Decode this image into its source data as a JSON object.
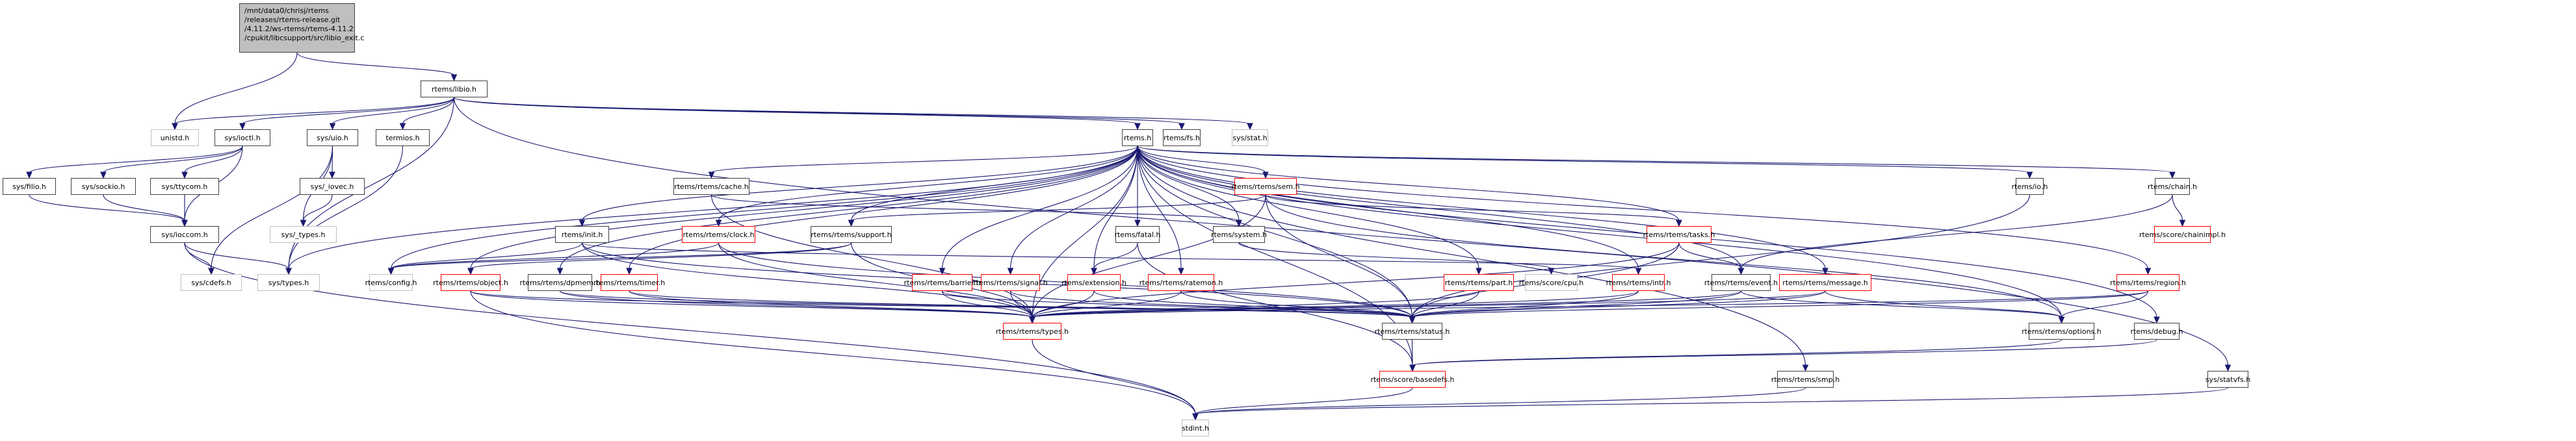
{
  "diagram": {
    "type": "include-dependency-graph",
    "root": {
      "id": "root",
      "lines": [
        "/mnt/data0/chrisj/rtems",
        "/releases/rtems-release.git",
        "/4.11.2/ws-rtems/rtems-4.11.2",
        "/cpukit/libcsupport/src/libio_exit.c"
      ]
    },
    "legend": {
      "edge_color": "#191970",
      "root_fill": "#bfbfbf",
      "documented_border": "#404040",
      "external_border": "#bfbfbf",
      "truncated_border": "#ff0000"
    },
    "nodes": [
      {
        "id": "unistd",
        "label": "unistd.h",
        "kind": "ext"
      },
      {
        "id": "libio",
        "label": "rtems/libio.h",
        "kind": "doc"
      },
      {
        "id": "ioctl",
        "label": "sys/ioctl.h",
        "kind": "doc"
      },
      {
        "id": "uio",
        "label": "sys/uio.h",
        "kind": "doc"
      },
      {
        "id": "termios",
        "label": "termios.h",
        "kind": "doc"
      },
      {
        "id": "rtems",
        "label": "rtems.h",
        "kind": "doc"
      },
      {
        "id": "fs",
        "label": "rtems/fs.h",
        "kind": "doc"
      },
      {
        "id": "stat",
        "label": "sys/stat.h",
        "kind": "ext"
      },
      {
        "id": "filio",
        "label": "sys/filio.h",
        "kind": "doc"
      },
      {
        "id": "sockio",
        "label": "sys/sockio.h",
        "kind": "doc"
      },
      {
        "id": "ttycom",
        "label": "sys/ttycom.h",
        "kind": "doc"
      },
      {
        "id": "iovec",
        "label": "sys/_iovec.h",
        "kind": "doc"
      },
      {
        "id": "_types",
        "label": "sys/_types.h",
        "kind": "ext"
      },
      {
        "id": "ioccom",
        "label": "sys/ioccom.h",
        "kind": "doc"
      },
      {
        "id": "cdefs",
        "label": "sys/cdefs.h",
        "kind": "ext"
      },
      {
        "id": "systypes",
        "label": "sys/types.h",
        "kind": "ext"
      },
      {
        "id": "cache",
        "label": "rtems/rtems/cache.h",
        "kind": "doc"
      },
      {
        "id": "init",
        "label": "rtems/init.h",
        "kind": "doc"
      },
      {
        "id": "clock",
        "label": "rtems/rtems/clock.h",
        "kind": "trunc"
      },
      {
        "id": "support",
        "label": "rtems/rtems/support.h",
        "kind": "doc"
      },
      {
        "id": "sem",
        "label": "rtems/rtems/sem.h",
        "kind": "trunc"
      },
      {
        "id": "fatal",
        "label": "rtems/fatal.h",
        "kind": "doc"
      },
      {
        "id": "system",
        "label": "rtems/system.h",
        "kind": "doc"
      },
      {
        "id": "tasks",
        "label": "rtems/rtems/tasks.h",
        "kind": "trunc"
      },
      {
        "id": "io",
        "label": "rtems/io.h",
        "kind": "doc"
      },
      {
        "id": "chain",
        "label": "rtems/chain.h",
        "kind": "doc"
      },
      {
        "id": "chainimpl",
        "label": "rtems/score/chainimpl.h",
        "kind": "trunc"
      },
      {
        "id": "config",
        "label": "rtems/config.h",
        "kind": "ext"
      },
      {
        "id": "object",
        "label": "rtems/rtems/object.h",
        "kind": "trunc"
      },
      {
        "id": "dpmem",
        "label": "rtems/rtems/dpmem.h",
        "kind": "doc"
      },
      {
        "id": "timer",
        "label": "rtems/rtems/timer.h",
        "kind": "trunc"
      },
      {
        "id": "barrier",
        "label": "rtems/rtems/barrier.h",
        "kind": "trunc"
      },
      {
        "id": "signal",
        "label": "rtems/rtems/signal.h",
        "kind": "trunc"
      },
      {
        "id": "extension",
        "label": "rtems/extension.h",
        "kind": "trunc"
      },
      {
        "id": "ratemon",
        "label": "rtems/rtems/ratemon.h",
        "kind": "trunc"
      },
      {
        "id": "part",
        "label": "rtems/rtems/part.h",
        "kind": "trunc"
      },
      {
        "id": "cpu",
        "label": "rtems/score/cpu.h",
        "kind": "ext"
      },
      {
        "id": "intr",
        "label": "rtems/rtems/intr.h",
        "kind": "trunc"
      },
      {
        "id": "event",
        "label": "rtems/rtems/event.h",
        "kind": "doc"
      },
      {
        "id": "message",
        "label": "rtems/rtems/message.h",
        "kind": "trunc"
      },
      {
        "id": "region",
        "label": "rtems/rtems/region.h",
        "kind": "trunc"
      },
      {
        "id": "rtypes",
        "label": "rtems/rtems/types.h",
        "kind": "trunc"
      },
      {
        "id": "status",
        "label": "rtems/rtems/status.h",
        "kind": "doc"
      },
      {
        "id": "options",
        "label": "rtems/rtems/options.h",
        "kind": "doc"
      },
      {
        "id": "debug",
        "label": "rtems/debug.h",
        "kind": "doc"
      },
      {
        "id": "basedefs",
        "label": "rtems/score/basedefs.h",
        "kind": "trunc"
      },
      {
        "id": "smp",
        "label": "rtems/rtems/smp.h",
        "kind": "doc"
      },
      {
        "id": "statvfs",
        "label": "sys/statvfs.h",
        "kind": "doc"
      },
      {
        "id": "stdint",
        "label": "stdint.h",
        "kind": "ext"
      }
    ],
    "edges": [
      [
        "root",
        "unistd"
      ],
      [
        "root",
        "libio"
      ],
      [
        "libio",
        "unistd"
      ],
      [
        "libio",
        "ioctl"
      ],
      [
        "libio",
        "uio"
      ],
      [
        "libio",
        "termios"
      ],
      [
        "libio",
        "systypes"
      ],
      [
        "libio",
        "rtems"
      ],
      [
        "libio",
        "fs"
      ],
      [
        "libio",
        "stat"
      ],
      [
        "libio",
        "statvfs"
      ],
      [
        "ioctl",
        "filio"
      ],
      [
        "ioctl",
        "sockio"
      ],
      [
        "ioctl",
        "ttycom"
      ],
      [
        "ioctl",
        "ioccom"
      ],
      [
        "filio",
        "ioccom"
      ],
      [
        "sockio",
        "ioccom"
      ],
      [
        "ttycom",
        "ioccom"
      ],
      [
        "ioccom",
        "cdefs"
      ],
      [
        "ioccom",
        "systypes"
      ],
      [
        "ioccom",
        "stdint"
      ],
      [
        "uio",
        "_types"
      ],
      [
        "uio",
        "iovec"
      ],
      [
        "uio",
        "cdefs"
      ],
      [
        "iovec",
        "_types"
      ],
      [
        "termios",
        "systypes"
      ],
      [
        "rtems",
        "systypes"
      ],
      [
        "rtems",
        "config"
      ],
      [
        "rtems",
        "init"
      ],
      [
        "rtems",
        "cache"
      ],
      [
        "rtems",
        "clock"
      ],
      [
        "rtems",
        "support"
      ],
      [
        "rtems",
        "sem"
      ],
      [
        "rtems",
        "fatal"
      ],
      [
        "rtems",
        "system"
      ],
      [
        "rtems",
        "tasks"
      ],
      [
        "rtems",
        "io"
      ],
      [
        "rtems",
        "chain"
      ],
      [
        "rtems",
        "object"
      ],
      [
        "rtems",
        "dpmem"
      ],
      [
        "rtems",
        "timer"
      ],
      [
        "rtems",
        "barrier"
      ],
      [
        "rtems",
        "signal"
      ],
      [
        "rtems",
        "extension"
      ],
      [
        "rtems",
        "ratemon"
      ],
      [
        "rtems",
        "part"
      ],
      [
        "rtems",
        "intr"
      ],
      [
        "rtems",
        "event"
      ],
      [
        "rtems",
        "message"
      ],
      [
        "rtems",
        "region"
      ],
      [
        "rtems",
        "rtypes"
      ],
      [
        "rtems",
        "status"
      ],
      [
        "rtems",
        "options"
      ],
      [
        "rtems",
        "debug"
      ],
      [
        "rtems",
        "smp"
      ],
      [
        "rtems",
        "basedefs"
      ],
      [
        "init",
        "config"
      ],
      [
        "init",
        "rtypes"
      ],
      [
        "init",
        "status"
      ],
      [
        "init",
        "intr"
      ],
      [
        "cache",
        "rtypes"
      ],
      [
        "cache",
        "system"
      ],
      [
        "clock",
        "config"
      ],
      [
        "clock",
        "rtypes"
      ],
      [
        "clock",
        "status"
      ],
      [
        "support",
        "rtypes"
      ],
      [
        "support",
        "object"
      ],
      [
        "support",
        "config"
      ],
      [
        "sem",
        "rtypes"
      ],
      [
        "sem",
        "status"
      ],
      [
        "sem",
        "support"
      ],
      [
        "sem",
        "tasks"
      ],
      [
        "sem",
        "options"
      ],
      [
        "fatal",
        "extension"
      ],
      [
        "fatal",
        "basedefs"
      ],
      [
        "system",
        "cpu"
      ],
      [
        "tasks",
        "rtypes"
      ],
      [
        "tasks",
        "status"
      ],
      [
        "tasks",
        "event"
      ],
      [
        "io",
        "status"
      ],
      [
        "chain",
        "chainimpl"
      ],
      [
        "chain",
        "event"
      ],
      [
        "object",
        "rtypes"
      ],
      [
        "object",
        "status"
      ],
      [
        "object",
        "stdint"
      ],
      [
        "dpmem",
        "rtypes"
      ],
      [
        "dpmem",
        "status"
      ],
      [
        "timer",
        "rtypes"
      ],
      [
        "timer",
        "status"
      ],
      [
        "barrier",
        "rtypes"
      ],
      [
        "barrier",
        "status"
      ],
      [
        "signal",
        "rtypes"
      ],
      [
        "signal",
        "status"
      ],
      [
        "extension",
        "rtypes"
      ],
      [
        "extension",
        "status"
      ],
      [
        "ratemon",
        "rtypes"
      ],
      [
        "ratemon",
        "status"
      ],
      [
        "part",
        "rtypes"
      ],
      [
        "part",
        "status"
      ],
      [
        "intr",
        "rtypes"
      ],
      [
        "intr",
        "status"
      ],
      [
        "event",
        "rtypes"
      ],
      [
        "event",
        "status"
      ],
      [
        "event",
        "options"
      ],
      [
        "message",
        "rtypes"
      ],
      [
        "message",
        "status"
      ],
      [
        "message",
        "options"
      ],
      [
        "region",
        "rtypes"
      ],
      [
        "region",
        "status"
      ],
      [
        "region",
        "options"
      ],
      [
        "rtypes",
        "stdint"
      ],
      [
        "status",
        "basedefs"
      ],
      [
        "options",
        "basedefs"
      ],
      [
        "debug",
        "basedefs"
      ],
      [
        "basedefs",
        "stdint"
      ],
      [
        "smp",
        "stdint"
      ],
      [
        "statvfs",
        "stdint"
      ]
    ]
  }
}
